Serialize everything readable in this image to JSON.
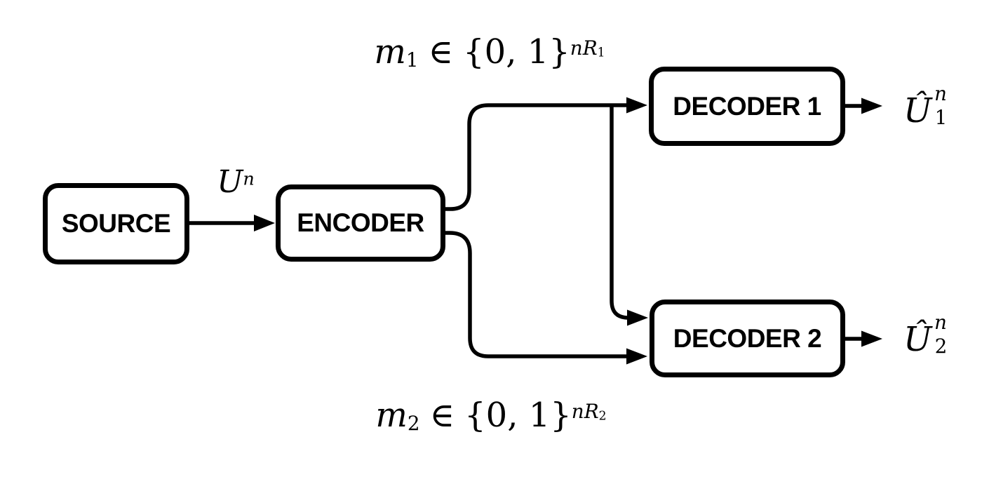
{
  "colors": {
    "ink": "#000000",
    "background": "#ffffff"
  },
  "boxes": {
    "source": {
      "label": "SOURCE"
    },
    "encoder": {
      "label": "ENCODER"
    },
    "decoder1": {
      "label": "DECODER 1"
    },
    "decoder2": {
      "label": "DECODER 2"
    }
  },
  "labels": {
    "source_sequence": {
      "base": "U",
      "sup": "n"
    },
    "message1": {
      "var": "m",
      "sub": "1",
      "rel": "∈",
      "set": "{0, 1}",
      "exp": "nR",
      "exp_sub": "1"
    },
    "message2": {
      "var": "m",
      "sub": "2",
      "rel": "∈",
      "set": "{0, 1}",
      "exp": "nR",
      "exp_sub": "2"
    },
    "decoder1_output": {
      "base": "Û",
      "sup": "n",
      "sub": "1"
    },
    "decoder2_output": {
      "base": "Û",
      "sup": "n",
      "sub": "2"
    }
  }
}
